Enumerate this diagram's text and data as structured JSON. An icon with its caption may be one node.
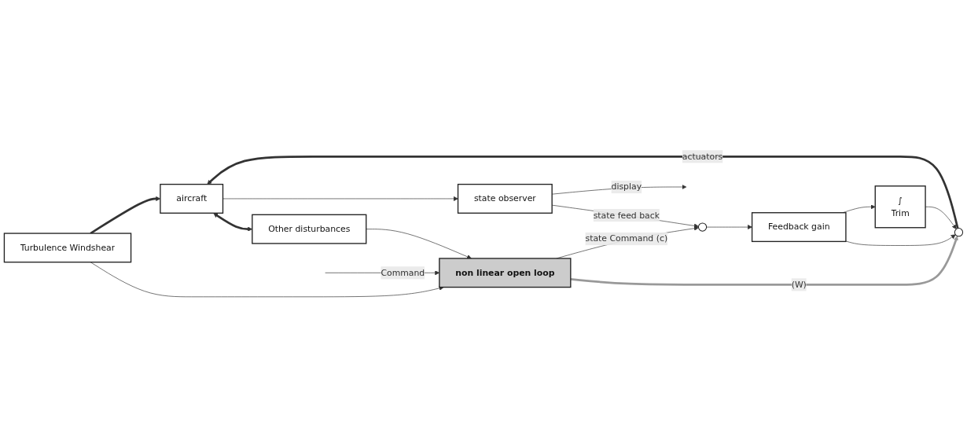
{
  "diagram": {
    "nodes": [
      {
        "text": [
          "Turbulence Windshear"
        ]
      },
      {
        "text": [
          "non linear open loop"
        ]
      },
      {
        "text": [],
        "shape": "circle"
      },
      {
        "text": [
          "Feedback gain"
        ]
      },
      {
        "text": [
          "∫",
          "Trim"
        ]
      },
      {
        "text": [],
        "shape": "circle"
      },
      {
        "text": [
          "aircraft"
        ]
      },
      {
        "text": [
          "state observer"
        ]
      },
      {
        "text": [
          "Other disturbances"
        ]
      }
    ],
    "edges": [
      {
        "from": 0,
        "to": 6,
        "arrow": "to",
        "style": "thick"
      },
      {
        "from": 0,
        "to": 1,
        "arrow": "to"
      },
      {
        "from": null,
        "to": 1,
        "arrow": "to",
        "label": "Command"
      },
      {
        "from": 8,
        "to": 1,
        "arrow": "to"
      },
      {
        "from": 1,
        "to": 2,
        "arrow": "to",
        "label": "state Command (c)"
      },
      {
        "from": 1,
        "to": 5,
        "arrow": "to",
        "label": "(W)",
        "style": "thick",
        "color": "#999999"
      },
      {
        "from": 2,
        "to": 3,
        "arrow": "to"
      },
      {
        "from": 3,
        "to": 5,
        "arrow": "to"
      },
      {
        "from": 3,
        "to": 4,
        "arrow": "to"
      },
      {
        "from": 4,
        "to": 5,
        "arrow": "to"
      },
      {
        "from": 5,
        "to": 6,
        "arrow": "to",
        "label": "actuators",
        "style": "thick"
      },
      {
        "from": 6,
        "to": 7,
        "arrow": "to"
      },
      {
        "from": 7,
        "to": null,
        "arrow": "to",
        "label": "display"
      },
      {
        "from": 7,
        "to": 2,
        "arrow": "to",
        "label": "state feed back"
      },
      {
        "from": 6,
        "to": 8,
        "arrow": "both",
        "style": "thick"
      }
    ]
  }
}
